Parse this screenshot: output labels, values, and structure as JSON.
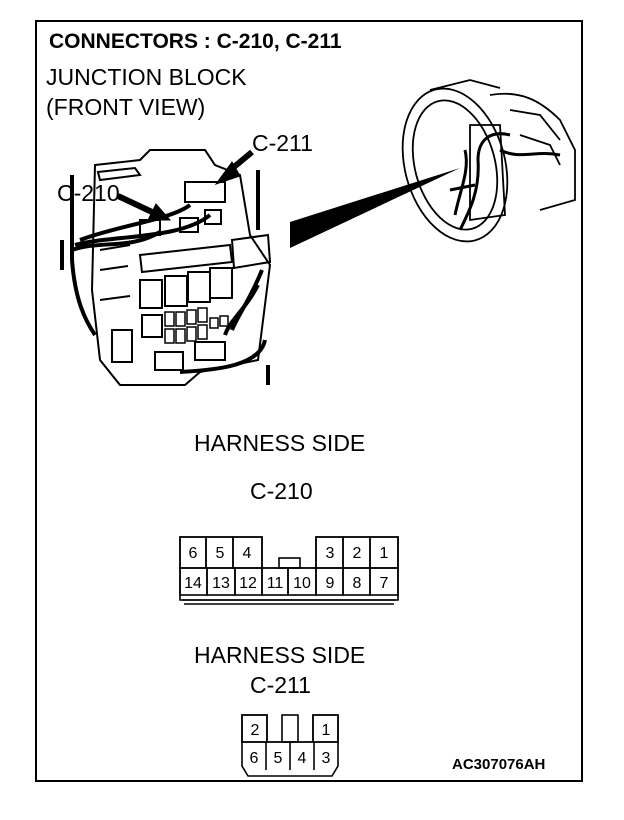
{
  "title": "CONNECTORS : C-210, C-211",
  "junction_block": {
    "line1": "JUNCTION BLOCK",
    "line2": "(FRONT VIEW)"
  },
  "callouts": {
    "c211": "C-211",
    "c210": "C-210"
  },
  "c210_connector": {
    "side_label": "HARNESS SIDE",
    "name": "C-210",
    "top_row": [
      "6",
      "5",
      "4",
      "",
      "3",
      "2",
      "1"
    ],
    "bottom_row": [
      "14",
      "13",
      "12",
      "11",
      "10",
      "9",
      "8",
      "7"
    ]
  },
  "c211_connector": {
    "side_label": "HARNESS SIDE",
    "name": "C-211",
    "top_row": [
      "2",
      "",
      "1"
    ],
    "bottom_row": [
      "6",
      "5",
      "4",
      "3"
    ]
  },
  "figure_code": "AC307076AH"
}
